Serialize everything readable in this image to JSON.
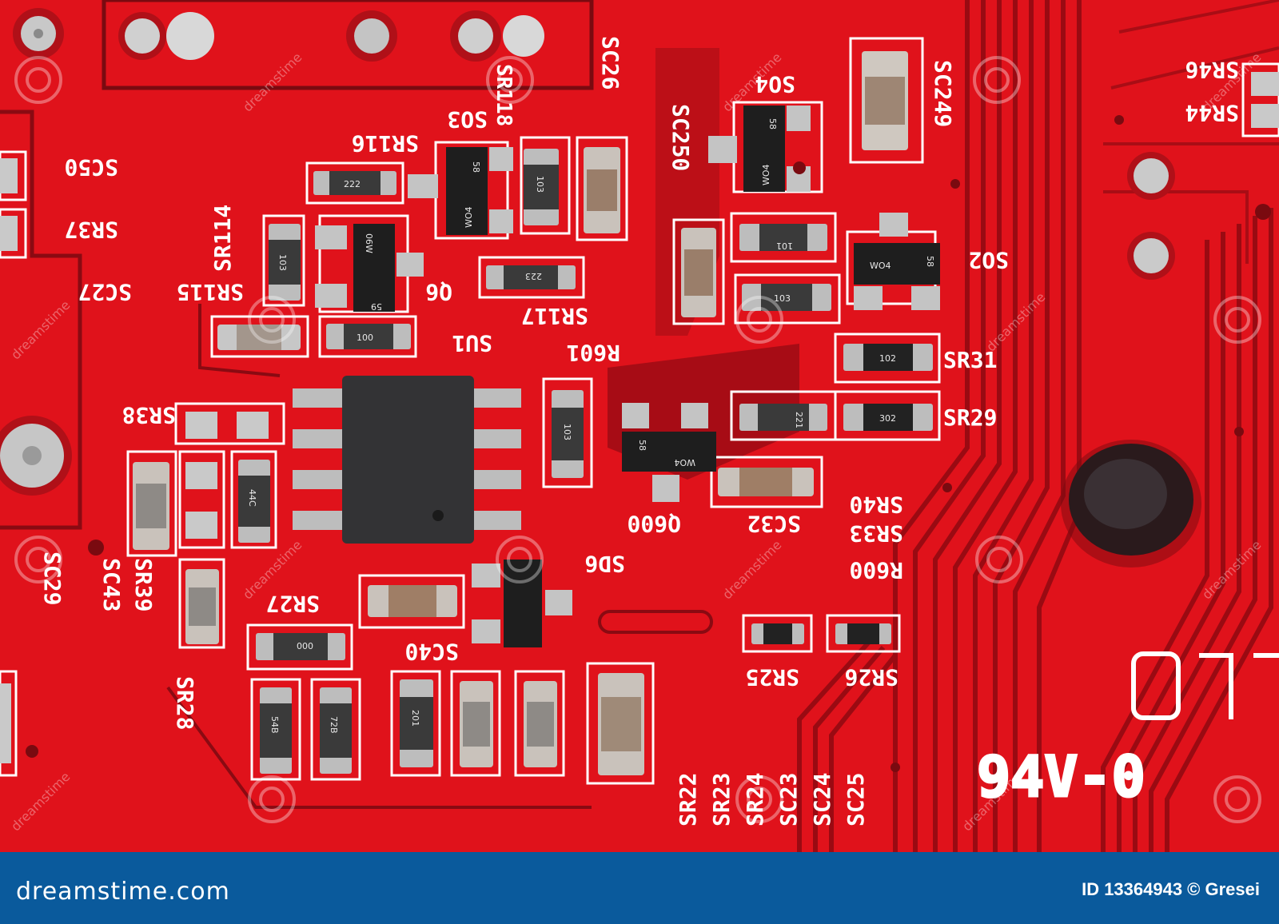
{
  "image": {
    "description_free": true,
    "colors": {
      "board": "#e0121b",
      "board_dark": "#9a0a12",
      "trace_dark": "#7a0a10",
      "silkscreen": "#ffffff",
      "footer": "#0a5a9c"
    }
  },
  "silkscreen": {
    "labels": [
      "SR116",
      "SO3",
      "SR118",
      "SC26",
      "SO4",
      "SC249",
      "SR46",
      "SR44",
      "SC50",
      "SR37",
      "SR114",
      "SC250",
      "SC27",
      "SR115",
      "Q6",
      "SR117",
      "SO2",
      "SU1",
      "R601",
      "SR31",
      "SR29",
      "SR38",
      "Q600",
      "SC32",
      "SR40",
      "SR33",
      "R600",
      "SC29",
      "SR39",
      "SC43",
      "SD6",
      "SR27",
      "SC40",
      "SR25",
      "SR26",
      "SR28",
      "SR22",
      "SR23",
      "SR24",
      "SC23",
      "SC24",
      "SC25",
      "94V-0"
    ],
    "part_marks": [
      "222",
      "WO4",
      "58",
      "103",
      "WO4",
      "58",
      "101",
      "103",
      "103",
      "59",
      "06W",
      "223",
      "WO4",
      "58",
      "100",
      "102",
      "221",
      "302",
      "103",
      "WO4",
      "58",
      "44C",
      "000",
      "54B",
      "72B",
      "201"
    ]
  },
  "footer": {
    "brand": "dreamstime.com",
    "stock_id": "ID 13364943 © Gresei"
  },
  "watermark": {
    "text": "dreamstime"
  }
}
